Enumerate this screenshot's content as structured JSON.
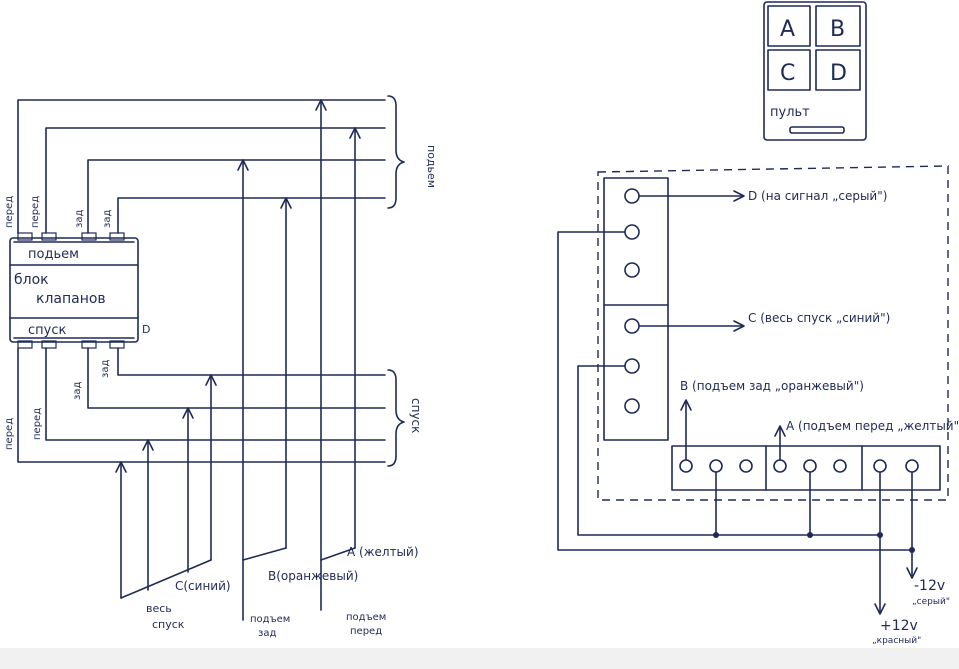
{
  "colors": {
    "ink": "#1f2a55",
    "footer": "#f1f1f1"
  },
  "valve_block": {
    "top_label": "подьем",
    "name_line1": "блок",
    "name_line2": "клапанов",
    "bottom_label": "спуск",
    "small_mark": "D"
  },
  "left_port_labels": {
    "top": [
      "перед",
      "перед",
      "зад",
      "зад"
    ],
    "bottom": [
      "перед",
      "перед",
      "зад",
      "зад"
    ]
  },
  "groups": {
    "lift": "подьем",
    "descend": "спуск"
  },
  "inputs": {
    "c": "С(синий)",
    "b": "В(оранжевый)",
    "a": "А (желтый)",
    "c_caption_1": "весь",
    "c_caption_2": "спуск",
    "b_caption_1": "подъем",
    "b_caption_2": "зад",
    "a_caption_1": "подъем",
    "a_caption_2": "перед"
  },
  "remote": {
    "buttons": [
      "A",
      "B",
      "C",
      "D"
    ],
    "label": "пульт"
  },
  "receiver": {
    "d_label": "D (на сигнал „серый\")",
    "c_label": "С (весь спуск „синий\")",
    "b_label": "В (подъем зад „оранжевый\")",
    "a_label": "А (подъем перед „желтый\")",
    "minus_value": "-12v",
    "minus_color": "„серый\"",
    "plus_value": "+12v",
    "plus_color": "„красный\""
  }
}
